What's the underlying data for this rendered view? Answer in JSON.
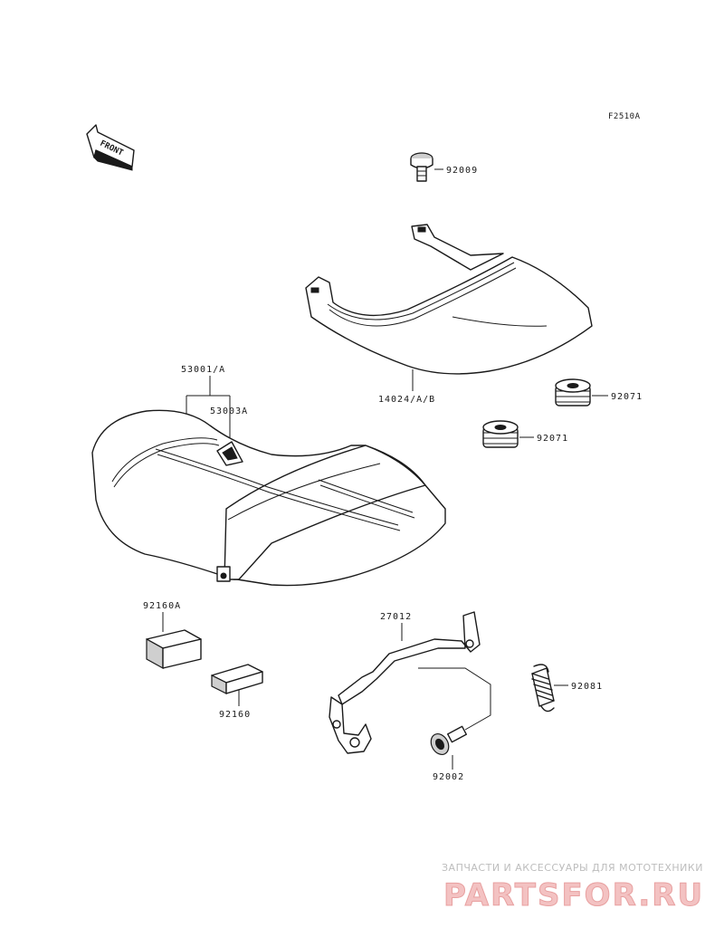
{
  "figure_code": "F2510A",
  "direction_indicator": "FRONT",
  "parts": {
    "bolt_top": "92009",
    "carrier": "14024/A/B",
    "damper_upper": "92071",
    "damper_lower": "92071",
    "seat": "53001/A",
    "seat_emblem": "53003A",
    "pad_a": "92160A",
    "pad_b": "92160",
    "bracket": "27012",
    "spring": "92081",
    "bolt_bottom": "92002"
  },
  "watermark": {
    "tagline": "ЗАПЧАСТИ И АКСЕССУАРЫ ДЛЯ МОТОТЕХНИКИ",
    "brand": "PARTSFOR.RU",
    "colors": {
      "brand_fill": "#f3c2c2",
      "tagline": "#bdbdbd"
    }
  }
}
